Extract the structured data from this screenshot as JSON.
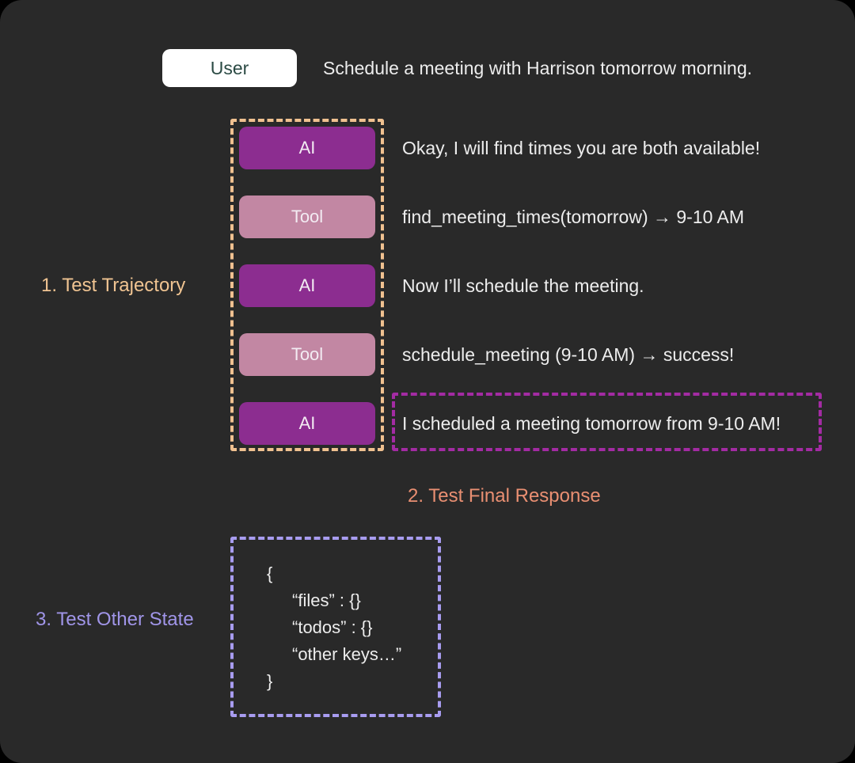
{
  "canvas": {
    "background": "#000000",
    "panel_background": "#292929"
  },
  "user_row": {
    "chip_label": "User",
    "chip_background": "#ffffff",
    "chip_text_color": "#2b4a44",
    "message": "Schedule a meeting with Harrison tomorrow morning."
  },
  "trajectory": {
    "label": "1. Test Trajectory",
    "label_color": "#f0c492",
    "box_border_color": "#f0c190",
    "ai_chip_color": "#8c2d90",
    "tool_chip_color": "#c287a3",
    "rows": [
      {
        "chip": "AI",
        "text": "Okay, I will find times you are both available!"
      },
      {
        "chip": "Tool",
        "text": "find_meeting_times(tomorrow) → 9-10 AM"
      },
      {
        "chip": "AI",
        "text": "Now I’ll schedule the meeting."
      },
      {
        "chip": "Tool",
        "text": "schedule_meeting (9-10 AM) → success!"
      },
      {
        "chip": "AI",
        "text": "I scheduled a meeting tomorrow from 9-10 AM!"
      }
    ]
  },
  "final_response": {
    "label": "2. Test Final Response",
    "label_color": "#e98f72",
    "box_border_color": "#a32ba3"
  },
  "other_state": {
    "label": "3. Test Other State",
    "label_color": "#a095e8",
    "box_border_color": "#a89cf0",
    "lines": [
      {
        "text": "{",
        "indent": false
      },
      {
        "text": "“files” : {}",
        "indent": true
      },
      {
        "text": "“todos” : {}",
        "indent": true
      },
      {
        "text": "“other keys…”",
        "indent": true
      },
      {
        "text": "}",
        "indent": false
      }
    ]
  }
}
